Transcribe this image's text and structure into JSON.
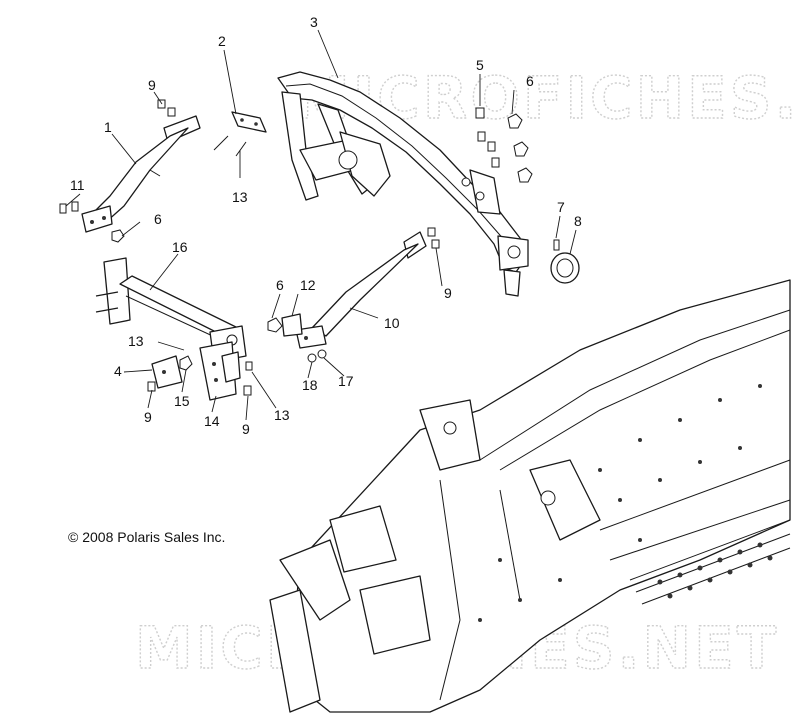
{
  "watermark": "MICROFICHES.NET",
  "copyright": "© 2008 Polaris Sales Inc.",
  "callouts": [
    "1",
    "2",
    "3",
    "4",
    "5",
    "6",
    "7",
    "8",
    "9",
    "10",
    "11",
    "12",
    "13",
    "14",
    "15",
    "16",
    "17",
    "18"
  ],
  "labels": {
    "l1": "1",
    "l2": "2",
    "l3": "3",
    "l4": "4",
    "l5": "5",
    "l6a": "6",
    "l6b": "6",
    "l6c": "6",
    "l7": "7",
    "l8": "8",
    "l9a": "9",
    "l9b": "9",
    "l9c": "9",
    "l9d": "9",
    "l10": "10",
    "l11": "11",
    "l12": "12",
    "l13a": "13",
    "l13b": "13",
    "l13c": "13",
    "l14": "14",
    "l15": "15",
    "l16": "16",
    "l17": "17",
    "l18": "18"
  }
}
